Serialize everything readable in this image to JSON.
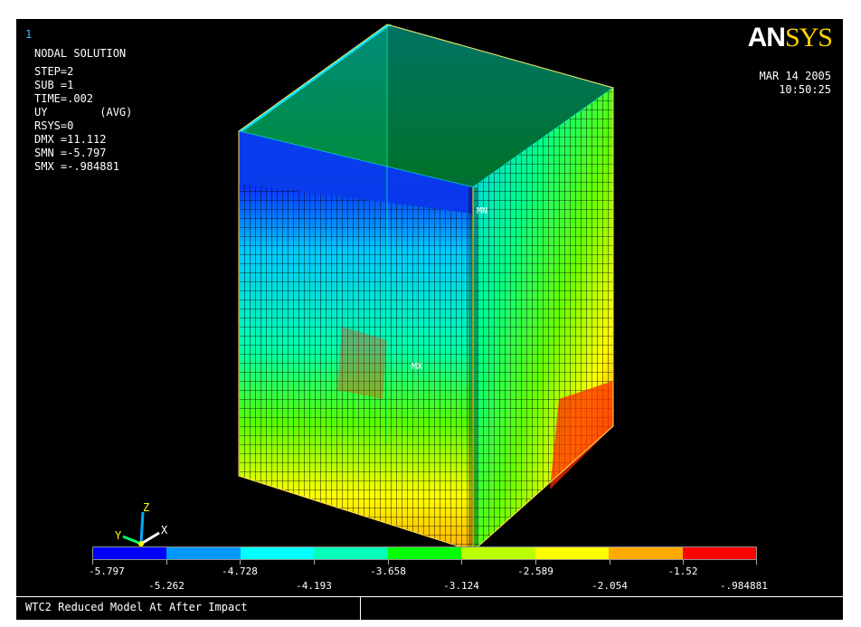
{
  "window_number": "1",
  "info": {
    "title": "NODAL SOLUTION",
    "step": "STEP=2",
    "sub": "SUB =1",
    "time": "TIME=.002",
    "item": "UY        (AVG)",
    "rsys": "RSYS=0",
    "dmx": "DMX =11.112",
    "smn": "SMN =-5.797",
    "smx": "SMX =-.984881"
  },
  "logo": {
    "part1": "AN",
    "part2": "SYS"
  },
  "datetime": {
    "date": "MAR 14 2005",
    "time": "10:50:25"
  },
  "markers": {
    "min": "MN",
    "max": "MX"
  },
  "triad": {
    "x": "X",
    "y": "Y",
    "z": "Z"
  },
  "legend": {
    "colors": [
      "#0000ff",
      "#0099ff",
      "#00ffff",
      "#00ffbb",
      "#00ff00",
      "#bbff00",
      "#ffff00",
      "#ffaa00",
      "#ff0000"
    ],
    "labels_top": [
      "-5.797",
      "-4.728",
      "-3.658",
      "-2.589",
      "-1.52"
    ],
    "labels_bottom": [
      "-5.262",
      "-4.193",
      "-3.124",
      "-2.054",
      "-.984881"
    ]
  },
  "footer_title": "WTC2 Reduced Model At After Impact"
}
